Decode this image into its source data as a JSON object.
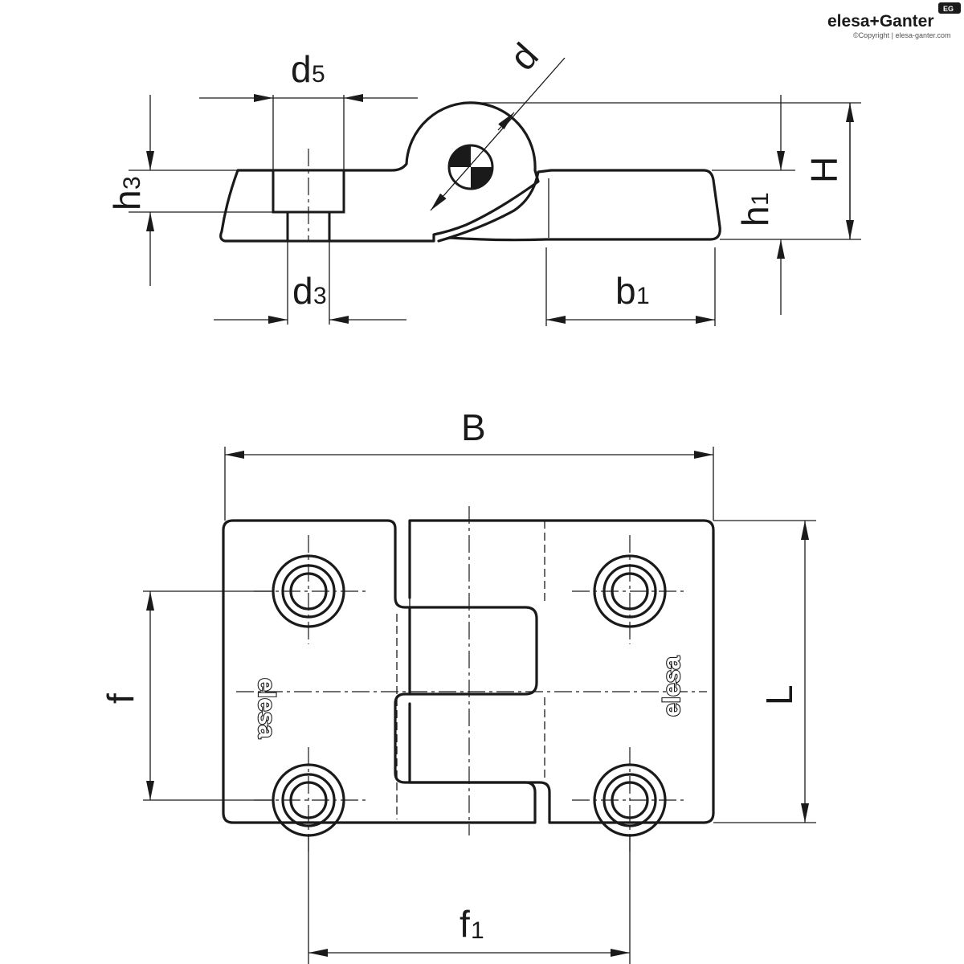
{
  "brand": {
    "name": "elesa+Ganter",
    "copyright": "©Copyright | elesa-ganter.com",
    "badge": "EG"
  },
  "side_view": {
    "labels": {
      "d5": {
        "main": "d",
        "sub": "5"
      },
      "d": {
        "main": "d",
        "sub": ""
      },
      "h3": {
        "main": "h",
        "sub": "3"
      },
      "d3": {
        "main": "d",
        "sub": "3"
      },
      "b1": {
        "main": "b",
        "sub": "1"
      },
      "h1": {
        "main": "h",
        "sub": "1"
      },
      "H": {
        "main": "H",
        "sub": ""
      }
    }
  },
  "top_view": {
    "labels": {
      "B": {
        "main": "B",
        "sub": ""
      },
      "L": {
        "main": "L",
        "sub": ""
      },
      "f": {
        "main": "f",
        "sub": ""
      },
      "f1": {
        "main": "f",
        "sub": "1"
      }
    },
    "embossed_logo": "elesa"
  },
  "colors": {
    "line": "#1a1a1a",
    "background": "#ffffff"
  }
}
